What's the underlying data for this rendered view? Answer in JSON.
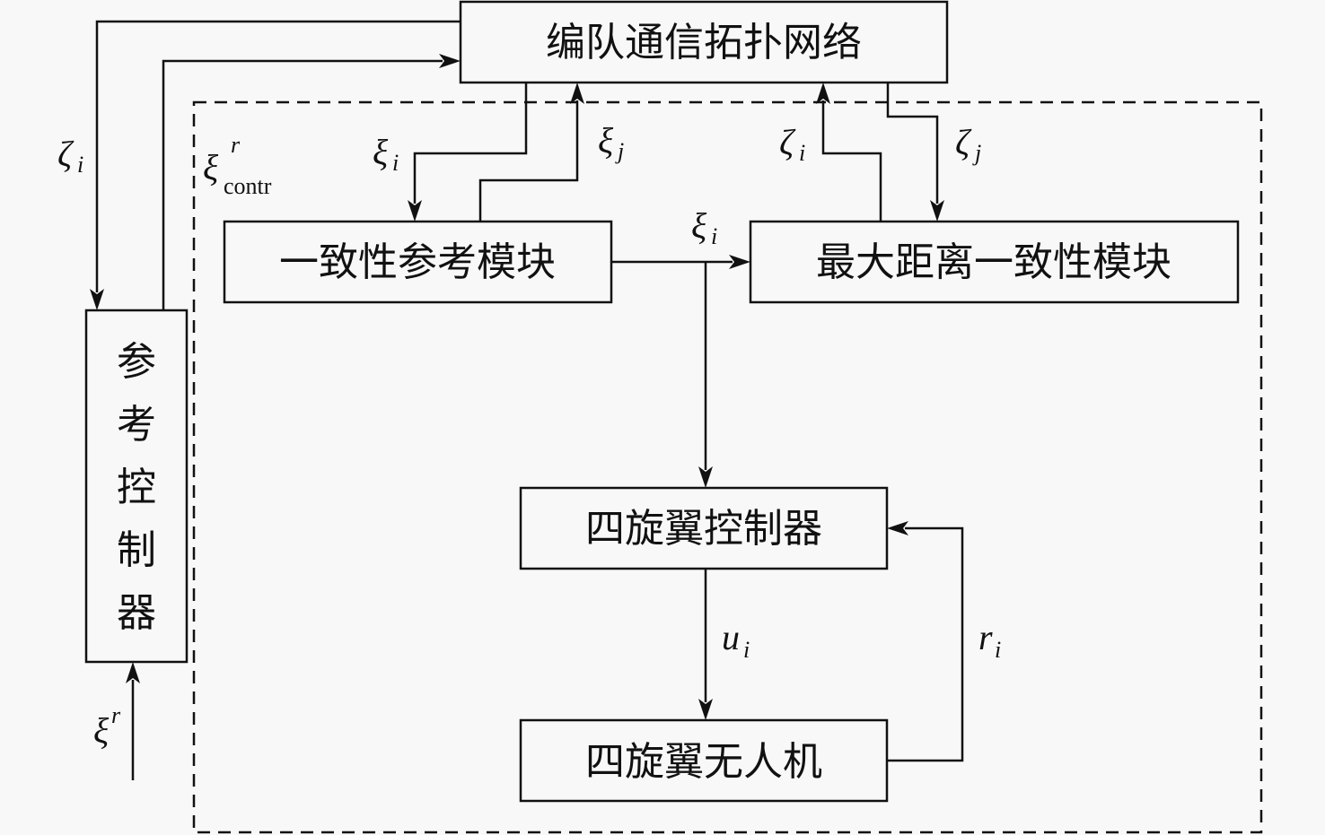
{
  "blocks": {
    "network": "编队通信拓扑网络",
    "consensus_ref": "一致性参考模块",
    "max_distance": "最大距离一致性模块",
    "ref_controller": [
      "参",
      "考",
      "控",
      "制",
      "器"
    ],
    "quad_controller": "四旋翼控制器",
    "quad_uav": "四旋翼无人机"
  },
  "signals": {
    "zeta_i_left": {
      "base": "ζ",
      "sub": "i"
    },
    "xi_contr": {
      "base": "ξ",
      "sup": "r",
      "sub": "contr"
    },
    "xi_i_to_consensus": {
      "base": "ξ",
      "sub": "i"
    },
    "xi_j_from_consensus": {
      "base": "ξ",
      "sub": "j"
    },
    "zeta_i_from_maxdist": {
      "base": "ζ",
      "sub": "i"
    },
    "zeta_j_to_maxdist": {
      "base": "ζ",
      "sub": "j"
    },
    "xi_i_output": {
      "base": "ξ",
      "sub": "i"
    },
    "u_i": {
      "base": "u",
      "sub": "i"
    },
    "r_i": {
      "base": "r",
      "sub": "i"
    },
    "xi_r_input": {
      "base": "ξ",
      "sup": "r"
    }
  }
}
